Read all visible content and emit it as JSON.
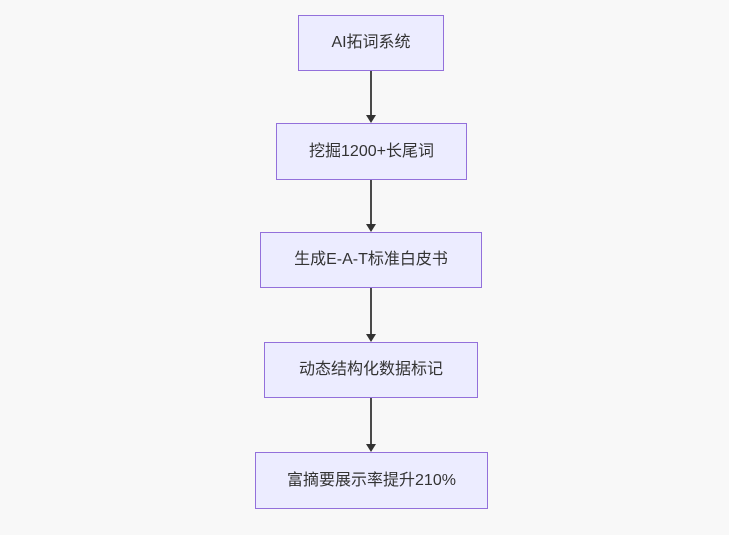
{
  "diagram": {
    "type": "flowchart",
    "direction": "top-down",
    "nodes": [
      {
        "id": "n1",
        "label": "AI拓词系统"
      },
      {
        "id": "n2",
        "label": "挖掘1200+长尾词"
      },
      {
        "id": "n3",
        "label": "生成E-A-T标准白皮书"
      },
      {
        "id": "n4",
        "label": "动态结构化数据标记"
      },
      {
        "id": "n5",
        "label": "富摘要展示率提升210%"
      }
    ],
    "edges": [
      {
        "from": "n1",
        "to": "n2"
      },
      {
        "from": "n2",
        "to": "n3"
      },
      {
        "from": "n3",
        "to": "n4"
      },
      {
        "from": "n4",
        "to": "n5"
      }
    ],
    "colors": {
      "background": "#f8f8f8",
      "node_fill": "#ececff",
      "node_border": "#9370db",
      "arrow_line": "#4a4a4a",
      "arrow_head": "#333333",
      "text": "#333333"
    }
  }
}
